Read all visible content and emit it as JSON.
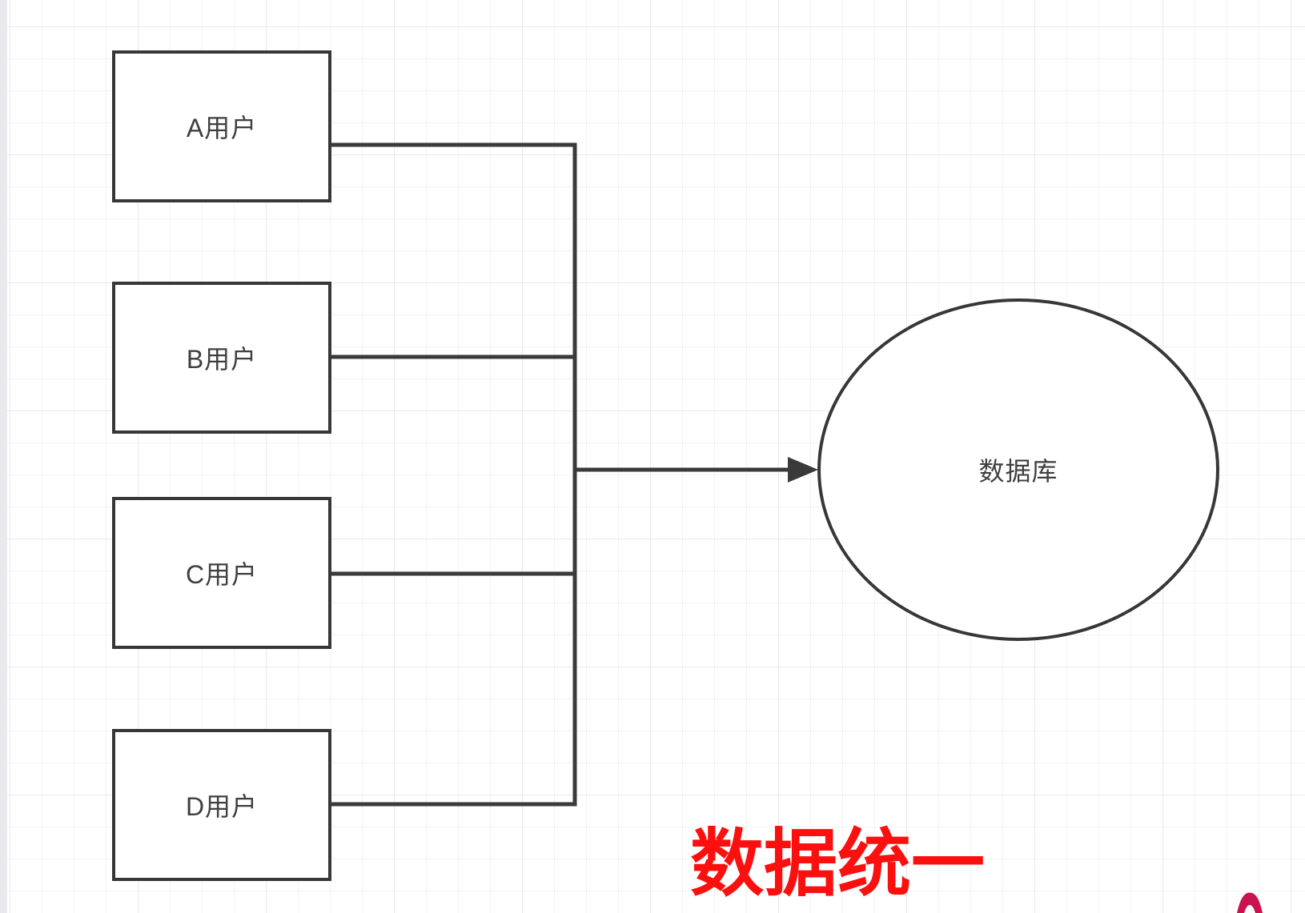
{
  "canvas": {
    "background_color": "#ffffff",
    "grid_minor_color": "#f2f2f5",
    "grid_major_color": "#e9e9ed"
  },
  "nodes": {
    "users": [
      {
        "id": "A",
        "label": "A用户"
      },
      {
        "id": "B",
        "label": "B用户"
      },
      {
        "id": "C",
        "label": "C用户"
      },
      {
        "id": "D",
        "label": "D用户"
      }
    ],
    "database": {
      "label": "数据库"
    }
  },
  "annotation": {
    "text": "数据统一",
    "color": "#fb0f0f"
  },
  "connectors": {
    "stroke_color": "#3a3a3a",
    "arrow_direction": "right"
  },
  "decorations": {
    "pin_icon": "map-pin-tip-icon",
    "pin_color": "#c9134f"
  }
}
